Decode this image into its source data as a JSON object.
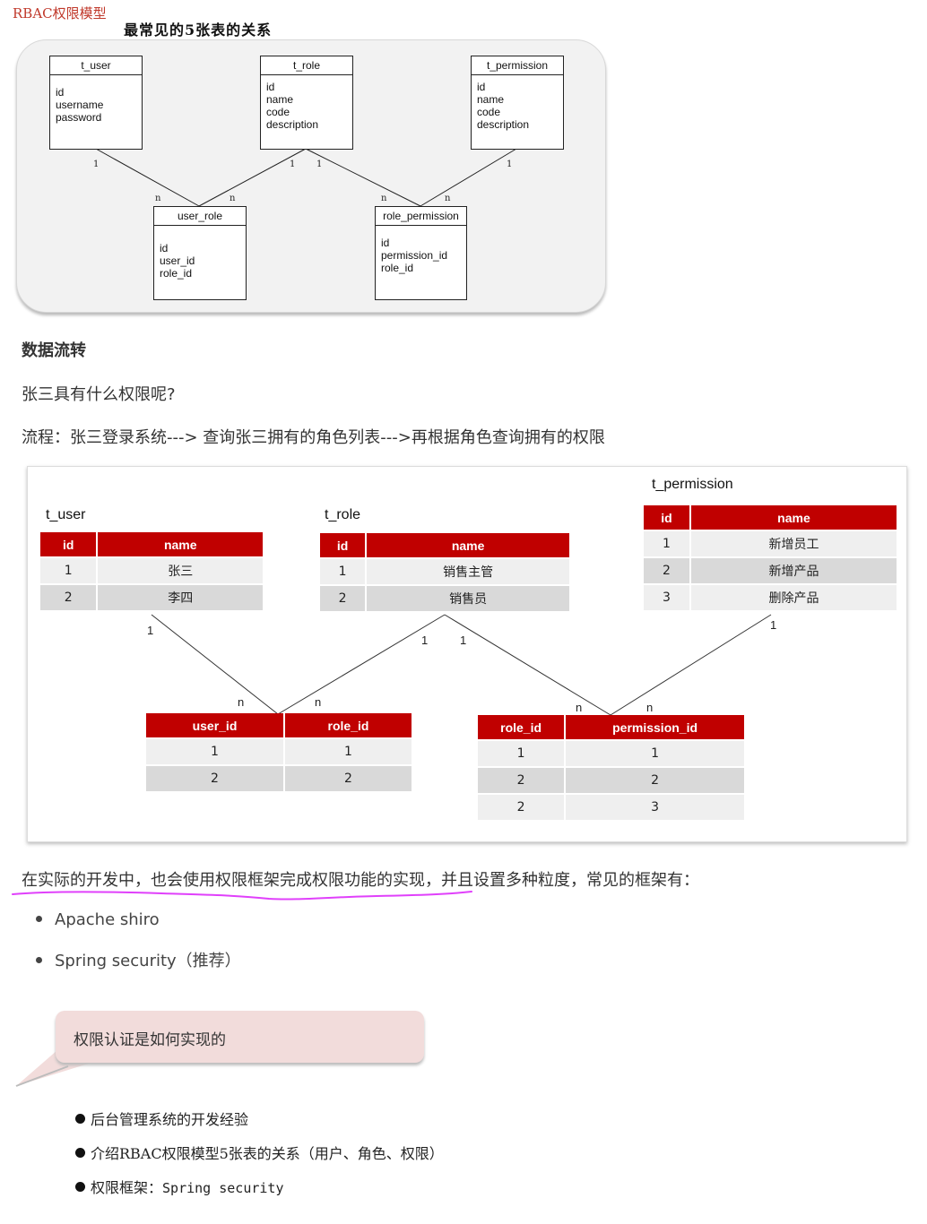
{
  "header": {
    "rbac_label": "RBAC权限模型",
    "figure_title": "最常见的5张表的关系"
  },
  "er": {
    "tables": [
      {
        "name": "t_user",
        "fields": [
          "id",
          "username",
          "password"
        ]
      },
      {
        "name": "t_role",
        "fields": [
          "id",
          "name",
          "code",
          "description"
        ]
      },
      {
        "name": "t_permission",
        "fields": [
          "id",
          "name",
          "code",
          "description"
        ]
      },
      {
        "name": "user_role",
        "fields": [
          "id",
          "user_id",
          "role_id"
        ]
      },
      {
        "name": "role_permission",
        "fields": [
          "id",
          "permission_id",
          "role_id"
        ]
      }
    ],
    "labels": {
      "one": "1",
      "many": "n"
    }
  },
  "section": {
    "heading": "数据流转",
    "question": "张三具有什么权限呢?",
    "flow": "流程：张三登录系统---> 查询张三拥有的角色列表--->再根据角色查询拥有的权限"
  },
  "flow_tables": {
    "t_user": {
      "title": "t_user",
      "headers": [
        "id",
        "name"
      ],
      "rows": [
        [
          "1",
          "张三"
        ],
        [
          "2",
          "李四"
        ]
      ]
    },
    "t_role": {
      "title": "t_role",
      "headers": [
        "id",
        "name"
      ],
      "rows": [
        [
          "1",
          "销售主管"
        ],
        [
          "2",
          "销售员"
        ]
      ]
    },
    "t_permission": {
      "title": "t_permission",
      "headers": [
        "id",
        "name"
      ],
      "rows": [
        [
          "1",
          "新增员工"
        ],
        [
          "2",
          "新增产品"
        ],
        [
          "3",
          "删除产品"
        ]
      ]
    },
    "user_role": {
      "headers": [
        "user_id",
        "role_id"
      ],
      "rows": [
        [
          "1",
          "1"
        ],
        [
          "2",
          "2"
        ]
      ]
    },
    "role_permission": {
      "headers": [
        "role_id",
        "permission_id"
      ],
      "rows": [
        [
          "1",
          "1"
        ],
        [
          "2",
          "2"
        ],
        [
          "2",
          "3"
        ]
      ]
    },
    "labels": {
      "one": "1",
      "many": "n"
    }
  },
  "frameworks": {
    "intro": "在实际的开发中，也会使用权限框架完成权限功能的实现，并且设置多种粒度，常见的框架有：",
    "items": [
      "Apache shiro",
      "Spring security（推荐）"
    ],
    "highlight_color": "#e040fb"
  },
  "callout": {
    "text": "权限认证是如何实现的"
  },
  "summary": {
    "item1": "后台管理系统的开发经验",
    "item2": "介绍RBAC权限模型5张表的关系（用户、角色、权限）",
    "item3_prefix": "权限框架：",
    "item3_code": "Spring security"
  },
  "colors": {
    "table_header": "#c00000",
    "callout_bg": "#f2dcdb",
    "rbac_label": "#c0392b"
  }
}
